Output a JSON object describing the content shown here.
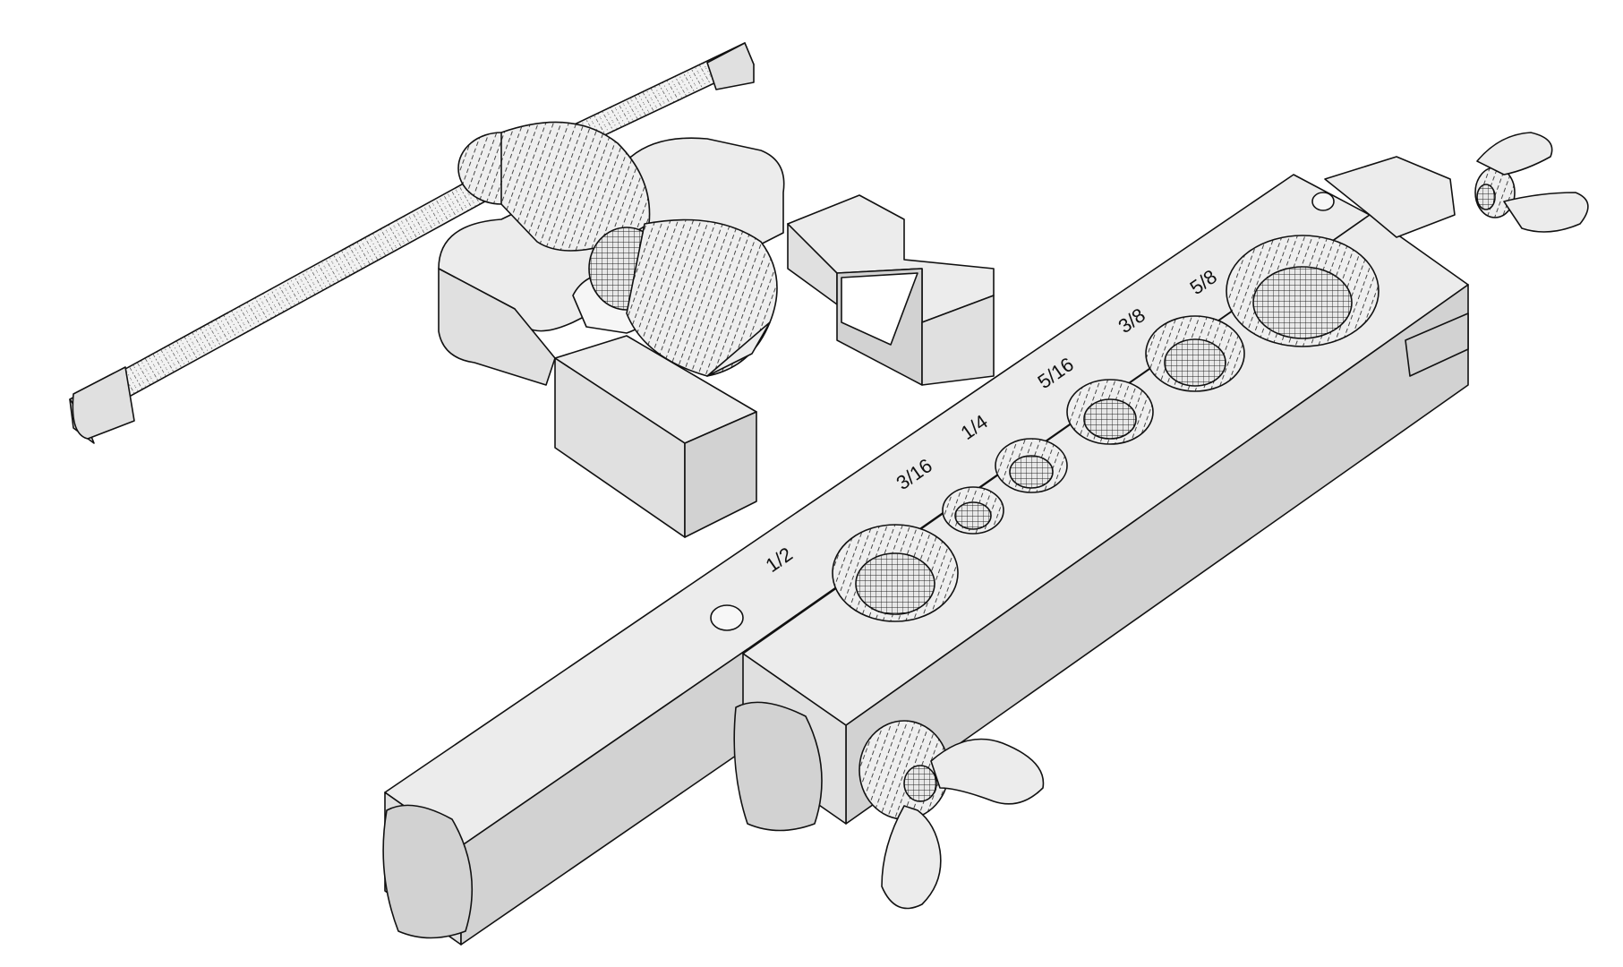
{
  "flare_bar": {
    "size_labels": [
      "1/2",
      "3/16",
      "1/4",
      "5/16",
      "3/8",
      "5/8"
    ]
  }
}
